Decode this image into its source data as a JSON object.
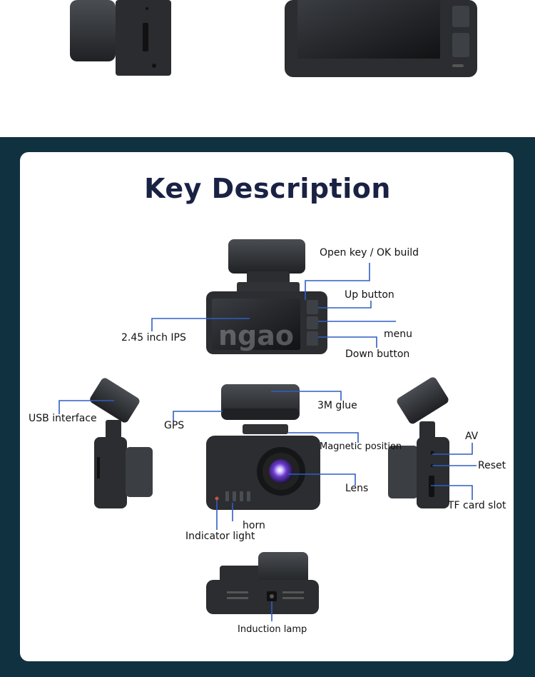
{
  "title": "Key Description",
  "watermark": "ngao",
  "labels": {
    "open_key": "Open key / OK build",
    "up_button": "Up button",
    "menu": "menu",
    "down_button": "Down button",
    "ips": "2.45 inch IPS",
    "usb": "USB interface",
    "gps": "GPS",
    "glue": "3M glue",
    "magnetic": "Magnetic position",
    "lens": "Lens",
    "horn": "horn",
    "indicator": "Indicator light",
    "av": "AV",
    "reset": "Reset",
    "tf": "TF card slot",
    "induction": "Induction lamp"
  },
  "colors": {
    "band": "#0f3140",
    "title": "#1a2244",
    "leader": "#2f5ec4",
    "device": "#2b2d30"
  }
}
